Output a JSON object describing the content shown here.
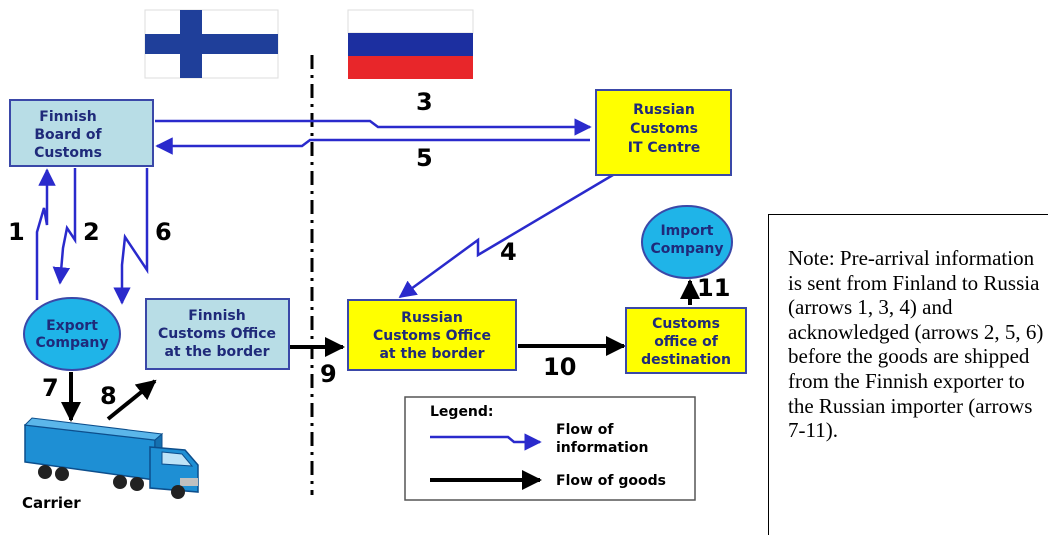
{
  "flags": [
    {
      "country": "Finland",
      "cross_color": "#1f3f9a",
      "bg_color": "#ffffff"
    },
    {
      "country": "Russia",
      "stripe_colors": [
        "#ffffff",
        "#1c2fa0",
        "#e8262a"
      ]
    }
  ],
  "nodes": {
    "finnish_board": {
      "lines": [
        "Finnish",
        "Board of",
        "Customs"
      ],
      "fill": "#b8dde6"
    },
    "russian_it": {
      "lines": [
        "Russian",
        "Customs",
        "IT Centre"
      ],
      "fill": "#ffff00"
    },
    "export_company": {
      "lines": [
        "Export",
        "Company"
      ],
      "fill": "#1fb4e8"
    },
    "import_company": {
      "lines": [
        "Import",
        "Company"
      ],
      "fill": "#1fb4e8"
    },
    "finnish_border": {
      "lines": [
        "Finnish",
        "Customs Office",
        "at the border"
      ],
      "fill": "#b8dde6"
    },
    "russian_border": {
      "lines": [
        "Russian",
        "Customs Office",
        "at the border"
      ],
      "fill": "#ffff00"
    },
    "destination": {
      "lines": [
        "Customs",
        "office of",
        "destination"
      ],
      "fill": "#ffff00"
    }
  },
  "arrow_numbers": [
    "1",
    "2",
    "3",
    "4",
    "5",
    "6",
    "7",
    "8",
    "9",
    "10",
    "11"
  ],
  "carrier_label": "Carrier",
  "truck_icon": "truck-icon",
  "legend": {
    "title": "Legend:",
    "info": "Flow of\ninformation",
    "info_lines": [
      "Flow of",
      "information"
    ],
    "goods": "Flow of goods",
    "info_color": "#2a2acc",
    "goods_color": "#000000"
  },
  "note": "Note: Pre-arrival information is sent from Finland to Russia (arrows 1, 3, 4) and acknowledged (arrows 2, 5, 6) before the goods are shipped from the Finnish exporter to the Russian importer (arrows 7-11)."
}
